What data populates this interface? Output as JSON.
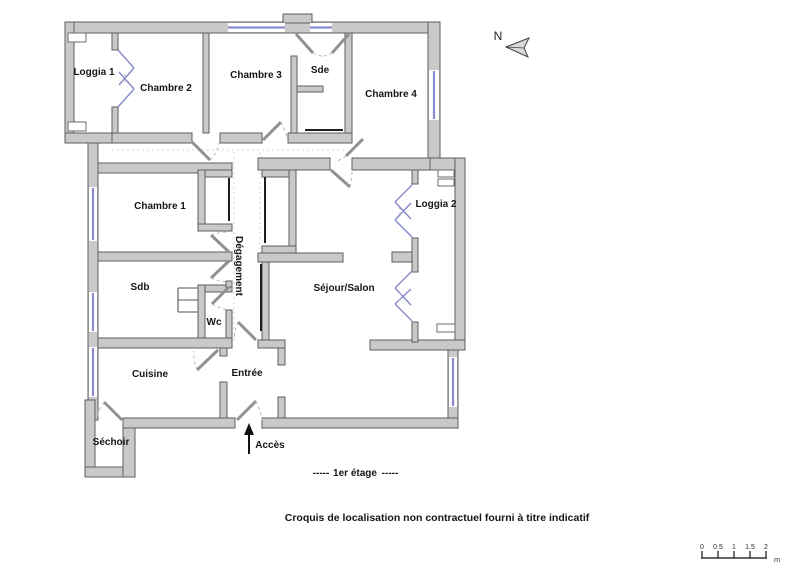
{
  "plan": {
    "rooms": [
      {
        "id": "loggia1",
        "label": "Loggia 1"
      },
      {
        "id": "chambre2",
        "label": "Chambre 2"
      },
      {
        "id": "chambre3",
        "label": "Chambre 3"
      },
      {
        "id": "sde",
        "label": "Sde"
      },
      {
        "id": "chambre4",
        "label": "Chambre 4"
      },
      {
        "id": "chambre1",
        "label": "Chambre 1"
      },
      {
        "id": "loggia2",
        "label": "Loggia 2"
      },
      {
        "id": "degagement",
        "label": "Dégagement"
      },
      {
        "id": "sdb",
        "label": "Sdb"
      },
      {
        "id": "wc",
        "label": "Wc"
      },
      {
        "id": "sejour",
        "label": "Séjour/Salon"
      },
      {
        "id": "cuisine",
        "label": "Cuisine"
      },
      {
        "id": "entree",
        "label": "Entrée"
      },
      {
        "id": "sechoir",
        "label": "Séchoir"
      }
    ],
    "access_label": "Accès",
    "compass_label": "N",
    "floor": {
      "dashes_left": "-----",
      "label": "1er étage",
      "dashes_right": "-----"
    },
    "caption": "Croquis de localisation non contractuel fourni à titre indicatif",
    "scale": {
      "ticks": [
        "0",
        "0.5",
        "1",
        "1.5",
        "2"
      ],
      "unit": "m"
    }
  },
  "colors": {
    "wall_fill": "#c9c9c9",
    "wall_stroke": "#5e5e5e",
    "window": "#8a8ad0",
    "door": "#919191",
    "arc": "#b5b5b5"
  }
}
